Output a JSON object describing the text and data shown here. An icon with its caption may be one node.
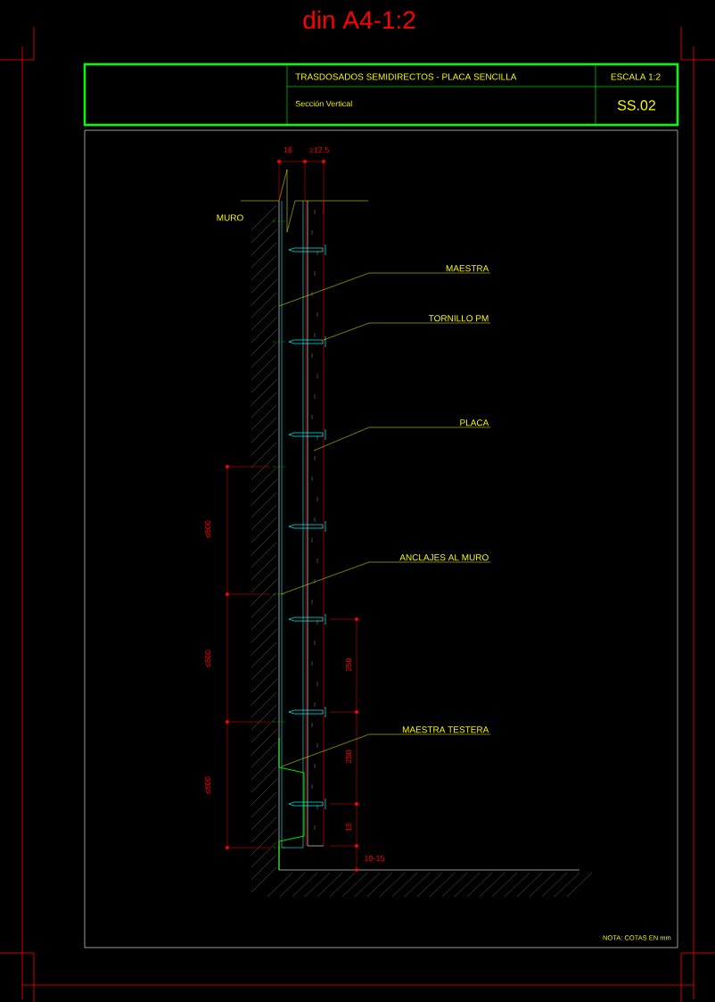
{
  "diagram": {
    "title": "din A4-1:2",
    "nodes": [
      {
        "text": [
          "MAESTRA"
        ]
      },
      {
        "text": [
          "TORNILLO PM"
        ]
      },
      {
        "text": [
          "PLACA"
        ]
      },
      {
        "text": [
          "ANCLAJES AL MURO"
        ]
      },
      {
        "text": [
          "MAESTRA TESTERA"
        ]
      }
    ],
    "edges": [
      {
        "from": 0,
        "to": null,
        "arrow": "none"
      },
      {
        "from": 1,
        "to": null,
        "arrow": "none"
      },
      {
        "from": 2,
        "to": null,
        "arrow": "none"
      },
      {
        "from": 3,
        "to": null,
        "arrow": "none"
      },
      {
        "from": 4,
        "to": null,
        "arrow": "none"
      }
    ],
    "labels": [
      "TRASDOSADOS SEMIDIRECTOS - PLACA SENCILLA",
      "ESCALA 1:2",
      "Sección Vertical",
      "SS.02",
      "16",
      "≥12.5",
      "MURO",
      "≤600",
      "≤600",
      "≤600",
      "250",
      "250",
      "15",
      "10-15",
      "NOTA: COTAS EN mm"
    ]
  }
}
